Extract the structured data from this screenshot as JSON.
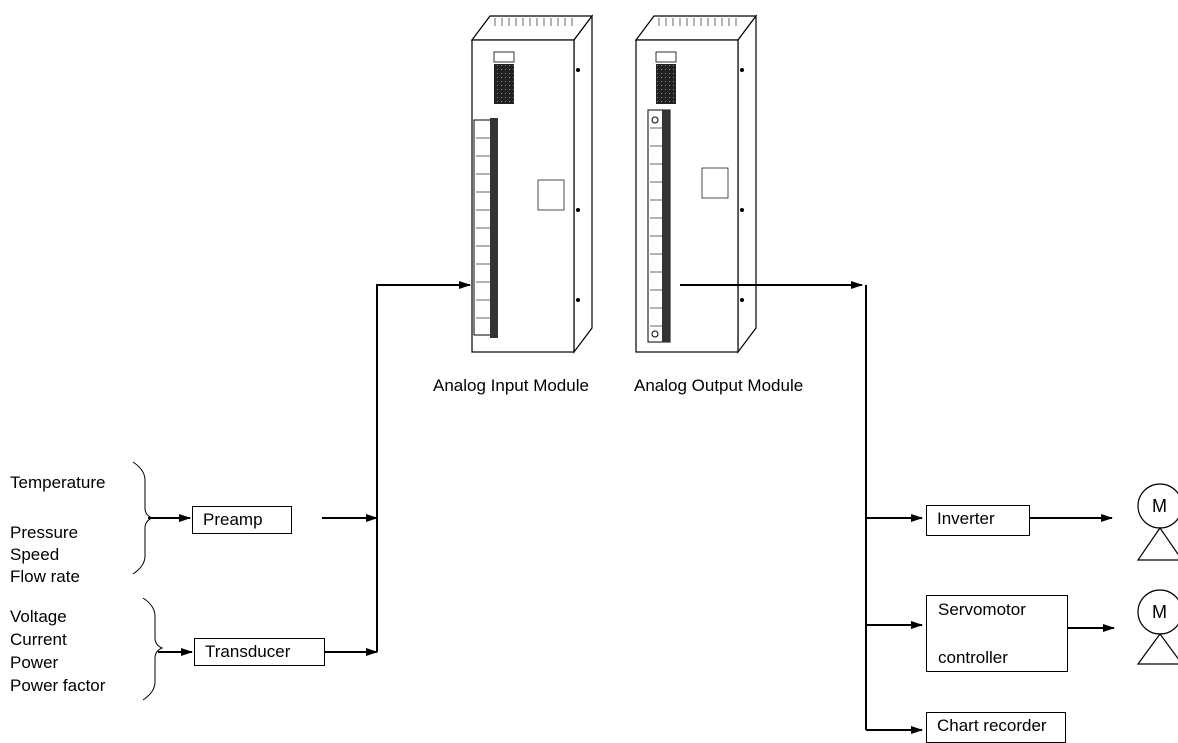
{
  "inputs": {
    "group1": [
      "Temperature",
      "Pressure",
      "Speed",
      "Flow rate"
    ],
    "group2": [
      "Voltage",
      "Current",
      "Power",
      "Power factor"
    ]
  },
  "blocks": {
    "preamp": "Preamp",
    "transducer": "Transducer",
    "inverter": "Inverter",
    "servo_line1": "Servomotor",
    "servo_line2": "controller",
    "chart_recorder": "Chart recorder"
  },
  "modules": {
    "input_label": "Analog Input Module",
    "output_label": "Analog Output Module"
  },
  "motors": {
    "symbol": "M"
  }
}
